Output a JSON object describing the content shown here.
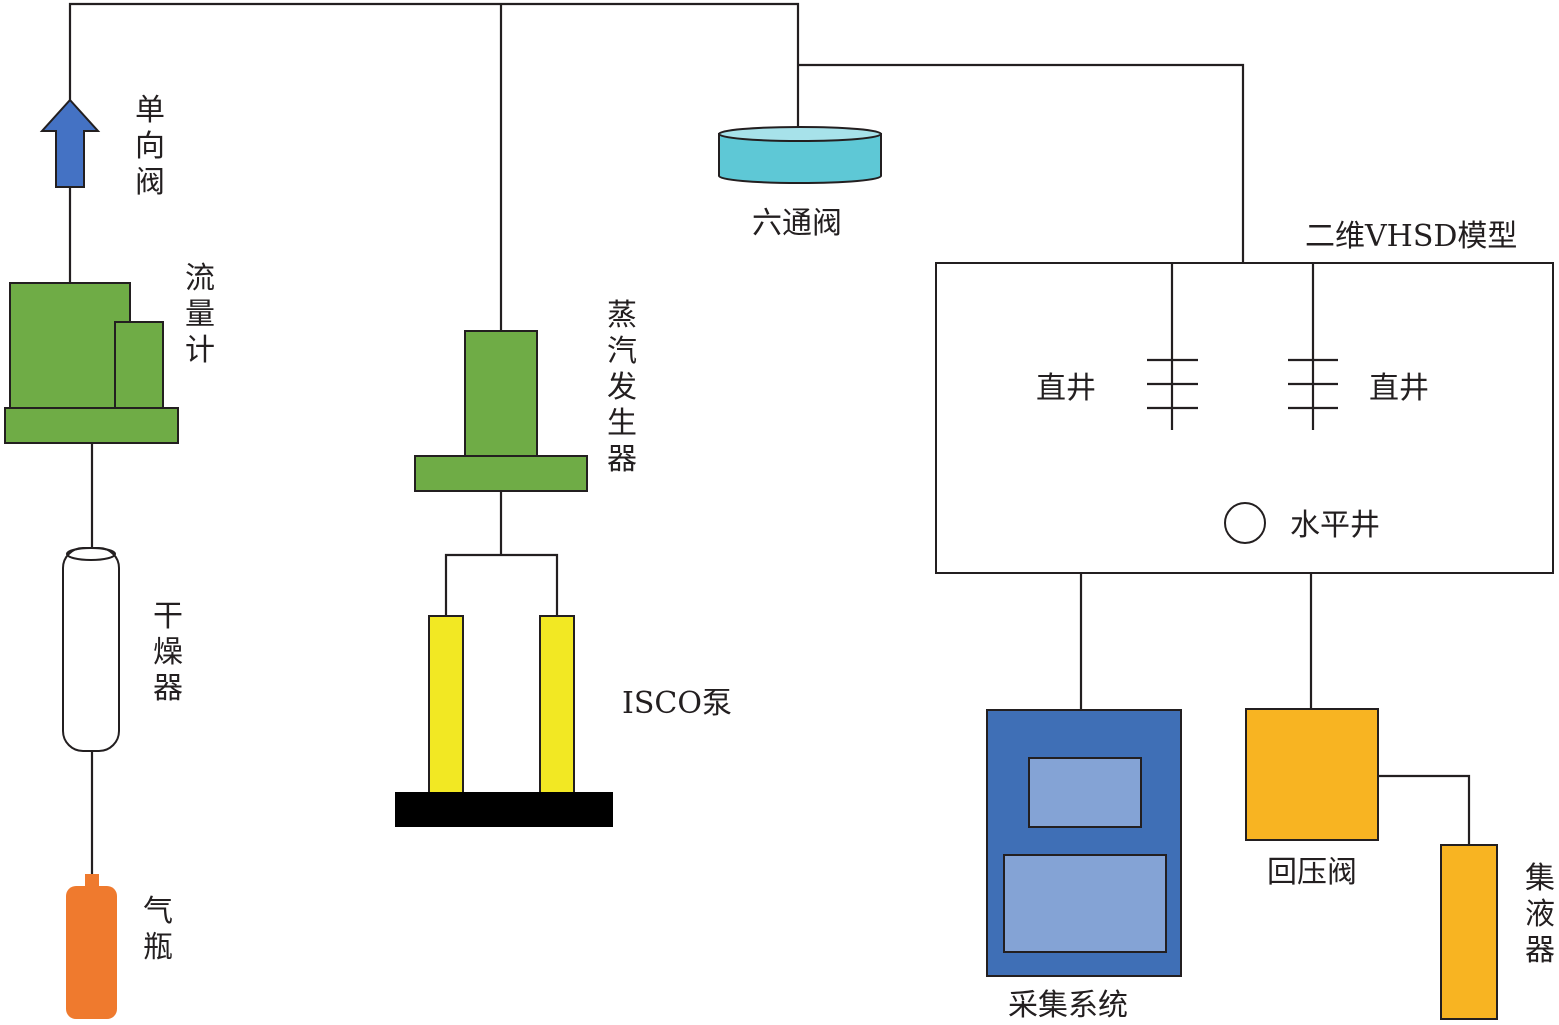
{
  "labels": {
    "check_valve": "单向阀",
    "flow_meter": "流量计",
    "dryer": "干燥器",
    "gas_cylinder": "气瓶",
    "steam_generator": "蒸汽发生器",
    "isco_pump": "ISCO泵",
    "six_way_valve": "六通阀",
    "model": "二维VHSD模型",
    "vertical_well_left": "直井",
    "vertical_well_right": "直井",
    "horizontal_well": "水平井",
    "acquisition_system": "采集系统",
    "back_pressure_valve": "回压阀",
    "collector": "集液器"
  },
  "colors": {
    "line": "#231f20",
    "green": "#6fac46",
    "arrow_blue": "#4472c4",
    "valve_cyan": "#5ec8d6",
    "pump_yellow": "#f2e823",
    "pump_base": "#000000",
    "cylinder_orange": "#ef7a2e",
    "daq_blue": "#3f6fb6",
    "daq_screen": "#84a3d5",
    "amber": "#f8b422"
  }
}
